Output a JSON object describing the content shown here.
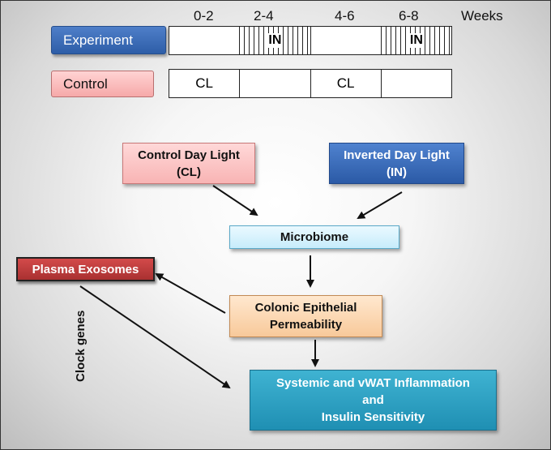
{
  "timeline": {
    "headers": [
      "0-2",
      "2-4",
      "4-6",
      "6-8"
    ],
    "unit": "Weeks",
    "experiment": {
      "label": "Experiment",
      "segments": [
        "",
        "IN",
        "",
        "IN"
      ]
    },
    "control": {
      "label": "Control",
      "segments": [
        "CL",
        "",
        "CL",
        ""
      ]
    }
  },
  "boxes": {
    "control_day_light": {
      "line1": "Control Day Light",
      "line2": "(CL)"
    },
    "inverted_day_light": {
      "line1": "Inverted Day Light",
      "line2": "(IN)"
    },
    "microbiome": "Microbiome",
    "plasma_exosomes": "Plasma Exosomes",
    "colonic": {
      "line1": "Colonic Epithelial",
      "line2": "Permeability"
    },
    "systemic": {
      "line1": "Systemic and vWAT Inflammation",
      "line2": "and",
      "line3": "Insulin Sensitivity"
    }
  },
  "clock_genes_label": "Clock genes",
  "colors": {
    "experiment": "#3a6bb8",
    "control": "#f8b4b4",
    "plasma_exosomes": "#c03d3d",
    "microbiome": "#d8f2fc",
    "colonic": "#fbd6b0",
    "systemic": "#2aa0c3"
  }
}
